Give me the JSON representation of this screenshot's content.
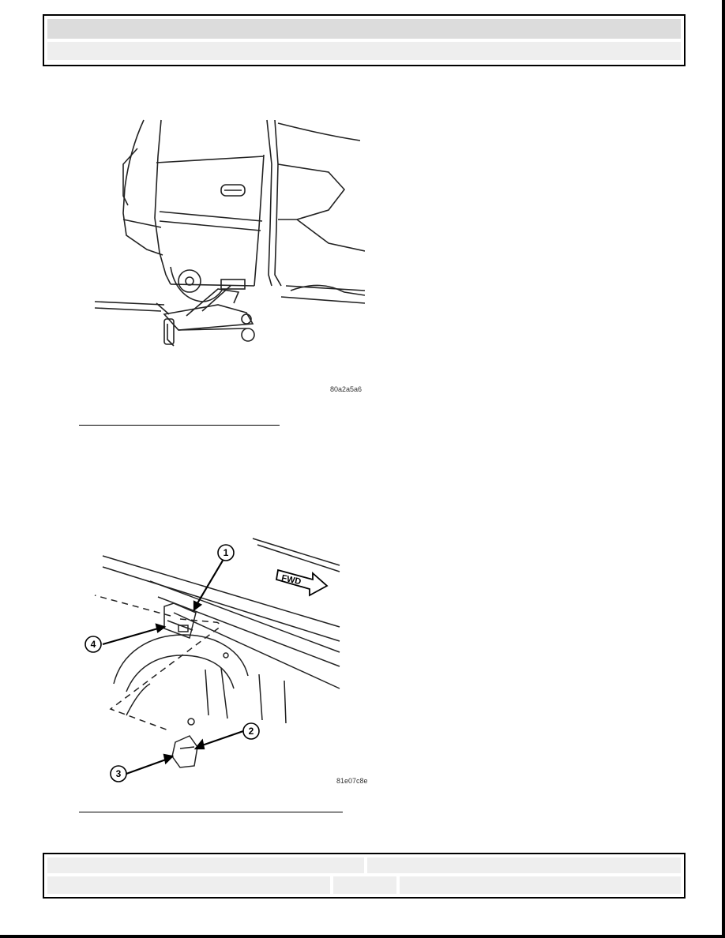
{
  "figures": [
    {
      "code": "80a2a5a6"
    },
    {
      "code": "81e07c8e",
      "callouts": [
        "1",
        "2",
        "3",
        "4"
      ],
      "arrow_label": "FWD"
    }
  ]
}
